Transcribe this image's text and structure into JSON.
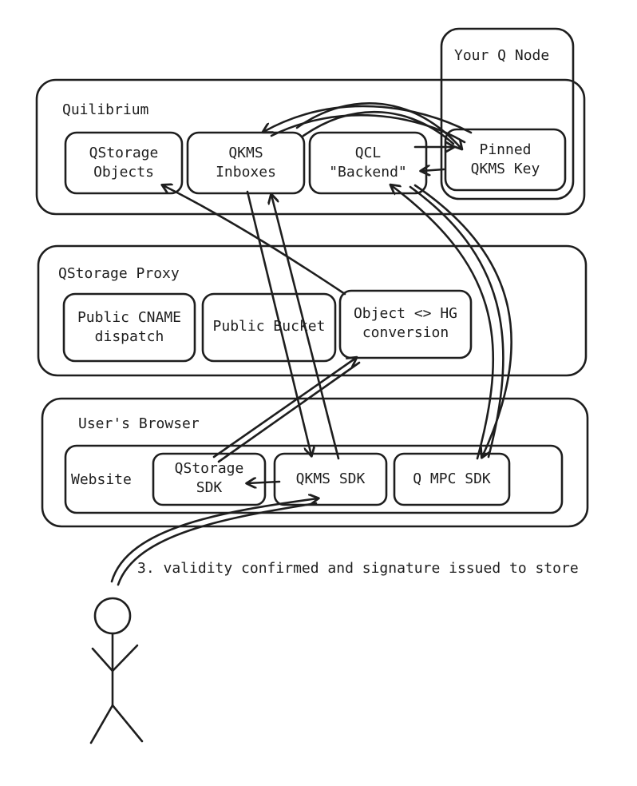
{
  "groups": {
    "your_q_node": "Your Q Node",
    "quilibrium": "Quilibrium",
    "qstorage_proxy": "QStorage Proxy",
    "users_browser": "User's Browser",
    "website": "Website"
  },
  "nodes": {
    "qstorage_objects": {
      "line1": "QStorage",
      "line2": "Objects"
    },
    "qkms_inboxes": {
      "line1": "QKMS",
      "line2": "Inboxes"
    },
    "qcl_backend": {
      "line1": "QCL",
      "line2": "\"Backend\""
    },
    "pinned_qkms_key": {
      "line1": "Pinned",
      "line2": "QKMS Key"
    },
    "public_cname_dispatch": {
      "line1": "Public CNAME",
      "line2": "dispatch"
    },
    "public_bucket": {
      "line1": "Public Bucket"
    },
    "object_hg_conversion": {
      "line1": "Object <> HG",
      "line2": "conversion"
    },
    "qstorage_sdk": {
      "line1": "QStorage",
      "line2": "SDK"
    },
    "qkms_sdk": {
      "line1": "QKMS SDK"
    },
    "q_mpc_sdk": {
      "line1": "Q MPC SDK"
    }
  },
  "annotations": {
    "step3": "3. validity confirmed and signature issued to store"
  },
  "actor": {
    "icon": "stick-figure-user"
  }
}
